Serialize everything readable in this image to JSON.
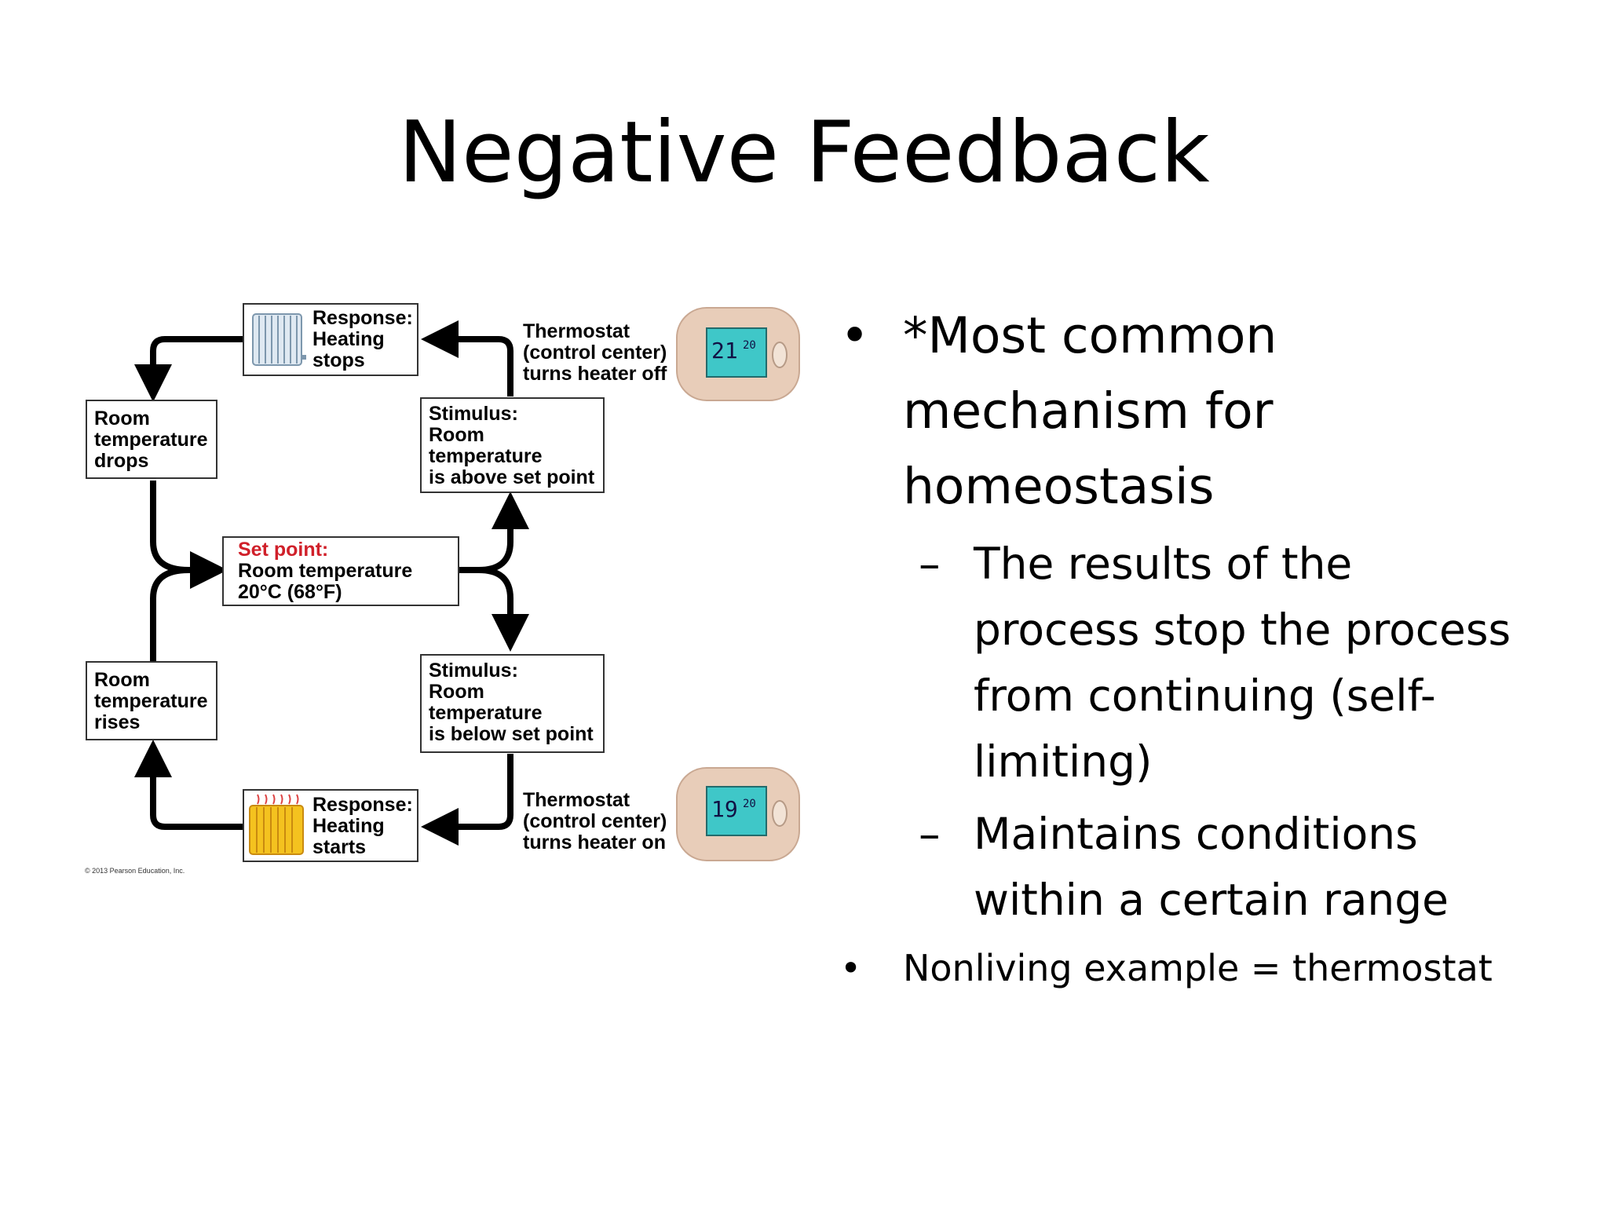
{
  "slide": {
    "title": "Negative Feedback"
  },
  "diagram": {
    "response_stop": {
      "l1": "Response:",
      "l2": "Heating",
      "l3": "stops"
    },
    "response_start": {
      "l1": "Response:",
      "l2": "Heating",
      "l3": "starts"
    },
    "room_drops": {
      "l1": "Room",
      "l2": "temperature",
      "l3": "drops"
    },
    "room_rises": {
      "l1": "Room",
      "l2": "temperature",
      "l3": "rises"
    },
    "stimulus_above": {
      "l1": "Stimulus:",
      "l2": "Room",
      "l3": "temperature",
      "l4": "is above set point"
    },
    "stimulus_below": {
      "l1": "Stimulus:",
      "l2": "Room",
      "l3": "temperature",
      "l4": "is below set point"
    },
    "set_point": {
      "label": "Set point:",
      "l2": "Room temperature",
      "l3": "20°C (68°F)"
    },
    "thermostat_off": {
      "l1": "Thermostat",
      "l2": "(control center)",
      "l3": "turns heater off",
      "display": "21",
      "setting": "20"
    },
    "thermostat_on": {
      "l1": "Thermostat",
      "l2": "(control center)",
      "l3": "turns heater on",
      "display": "19",
      "setting": "20"
    },
    "copyright": "© 2013 Pearson Education, Inc."
  },
  "bullets": {
    "b1_l1": "*Most common",
    "b1_l2": "mechanism for",
    "b1_l3": "homeostasis",
    "sub1_l1": "The results of the",
    "sub1_l2": "process stop the process",
    "sub1_l3": "from continuing (self-",
    "sub1_l4": "limiting)",
    "sub2_l1": "Maintains conditions",
    "sub2_l2": "within a certain range",
    "b2": "Nonliving example = thermostat"
  },
  "glyphs": {
    "bullet": "•",
    "dash": "–"
  },
  "colors": {
    "accent_red": "#d0202a",
    "lcd": "#3fc7c8",
    "thermostat_body": "#e8cdb9"
  }
}
